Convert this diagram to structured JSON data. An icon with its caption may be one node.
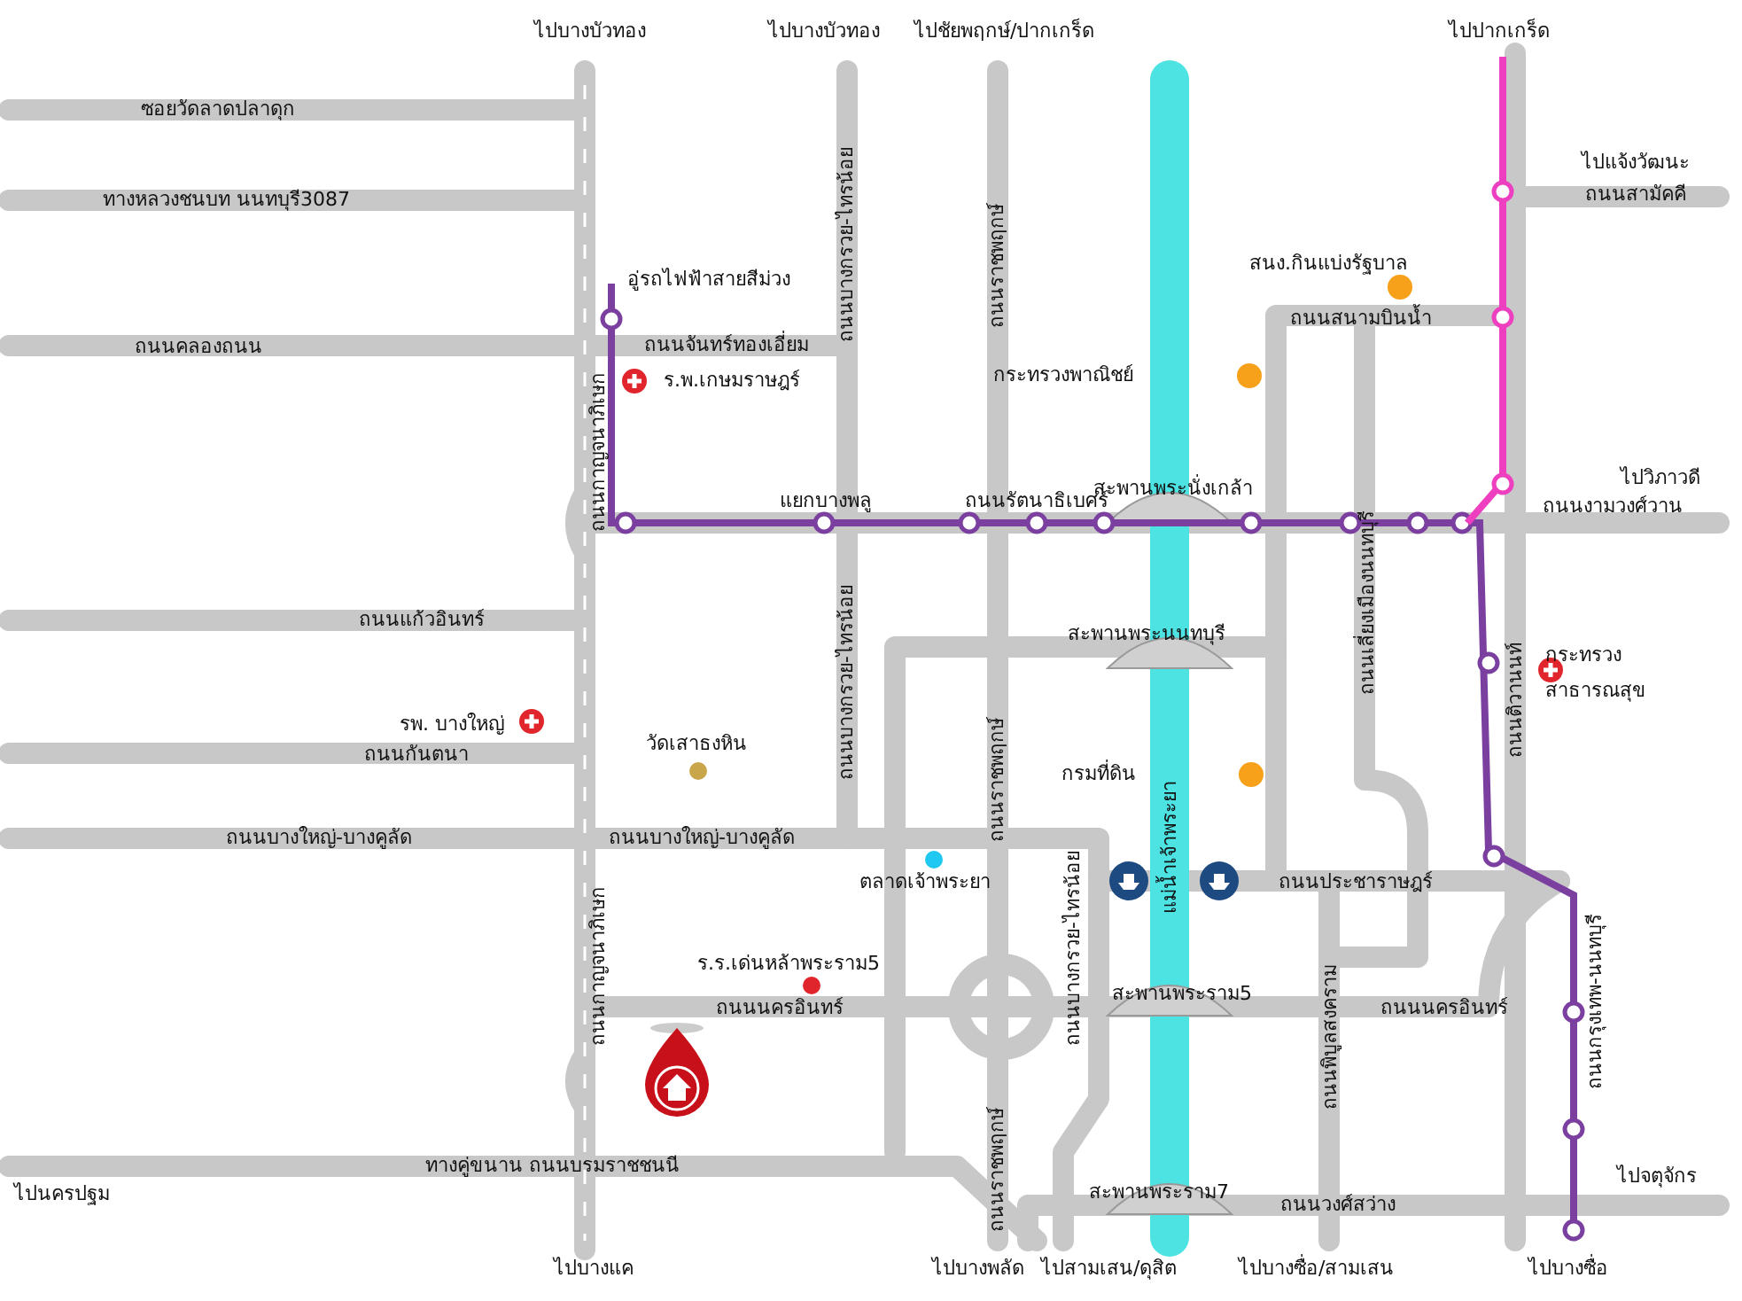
{
  "diagram": {
    "labels": [
      "ไปบางบัวทอง",
      "ไปบางบัวทอง",
      "ไปชัยพฤกษ์/ปากเกร็ด",
      "ไปปากเกร็ด",
      "ซอยวัดลาดปลาดุก",
      "ถนนบางกรวย-ไทรน้อย",
      "ไปแจ้งวัฒนะ",
      "ทางหลวงชนบท นนทบุรี3087",
      "ถนนสามัคคี",
      "อู่รถไฟฟ้าสายสีม่วง",
      "ถนนราชพฤกษ์",
      "สนง.กินแบ่งรัฐบาล",
      "ถนนสนามบินน้ำ",
      "ถนนคลองถนน",
      "ถนนจันทร์ทองเอี่ยม",
      "ถนนกาญจนาภิเษก",
      "ร.พ.เกษมราษฎร์",
      "กระทรวงพาณิชย์",
      "แยกบางพลู",
      "ถนนรัตนาธิเบศร์",
      "สะพานพระนั่งเกล้า",
      "ถนนงามวงศ์วาน",
      "ไปวิภาวดี",
      "ถนนแก้วอินทร์",
      "ถนนบางกรวย-ไทรน้อย",
      "สะพานพระนนทบุรี",
      "ถนนเลี่ยงเมืองนนทบุรี",
      "ถนนติวานนท์",
      "กระทรวง สาธารณสุข",
      "รพ. บางใหญ่",
      "ถนนกันตนา",
      "วัดเสาธงหิน",
      "ถนนราชพฤกษ์",
      "กรมที่ดิน",
      "ถนนบางใหญ่-บางคูลัด",
      "ถนนบางใหญ่-บางคูลัด",
      "ถนนกาญจนาภิเษก",
      "ตลาดเจ้าพระยา",
      "แม่น้ำเจ้าพระยา",
      "ถนนประชาราษฎร์",
      "ร.ร.เด่นหล้าพระราม5",
      "ถนนนครอินทร์",
      "ถนนบางกรวย-ไทรน้อย",
      "สะพานพระราม5",
      "ถนนพิบูลสงคราม",
      "ถนนนครอินทร์",
      "ถนนกรุงเทพ-นนทบุรี",
      "ทางคู่ขนาน ถนนบรมราชชนนี",
      "ไปนครปฐม",
      "ถนนราชพฤกษ์",
      "สะพานพระราม7",
      "ถนนวงศ์สว่าง",
      "ไปจตุจักร",
      "ไปบางแค",
      "ไปบางพลัด",
      "ไปสามเสน/ดุสิต",
      "ไปบางซื่อ/สามเสน",
      "ไปบางซื่อ"
    ]
  }
}
